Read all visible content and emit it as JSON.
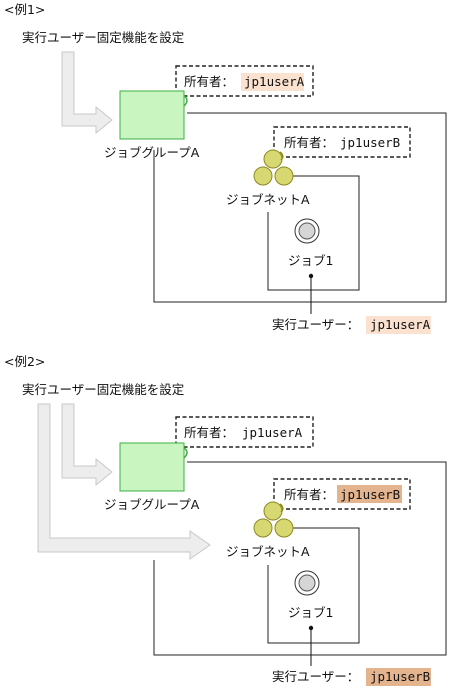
{
  "example1": {
    "title": "<例1>",
    "setting_label": "実行ユーザー固定機能を設定",
    "owner_box": {
      "label": "所有者：",
      "value": "jp1userA"
    },
    "jobgroup_name": "ジョブグループA",
    "owner_box_inner": {
      "label": "所有者：",
      "value": "jp1userB"
    },
    "jobnet_name": "ジョブネットA",
    "job_name": "ジョブ1",
    "exec_user": {
      "label": "実行ユーザー：",
      "value": "jp1userA"
    }
  },
  "example2": {
    "title": "<例2>",
    "setting_label": "実行ユーザー固定機能を設定",
    "owner_box": {
      "label": "所有者：",
      "value": "jp1userA"
    },
    "jobgroup_name": "ジョブグループA",
    "owner_box_inner": {
      "label": "所有者：",
      "value": "jp1userB"
    },
    "jobnet_name": "ジョブネットA",
    "job_name": "ジョブ1",
    "exec_user": {
      "label": "実行ユーザー：",
      "value": "jp1userB"
    }
  },
  "colors": {
    "jobgroup_fill": "#c8f5c0",
    "jobgroup_stroke": "#3cb043",
    "jobnet_fill": "#d8d872",
    "jobnet_stroke": "#8a8a20",
    "highlight_fill": "#fbe1cf",
    "highlight_strong_fill": "#e4b48e",
    "arrow_fill": "#ededed",
    "arrow_stroke": "#c8c8c8"
  }
}
